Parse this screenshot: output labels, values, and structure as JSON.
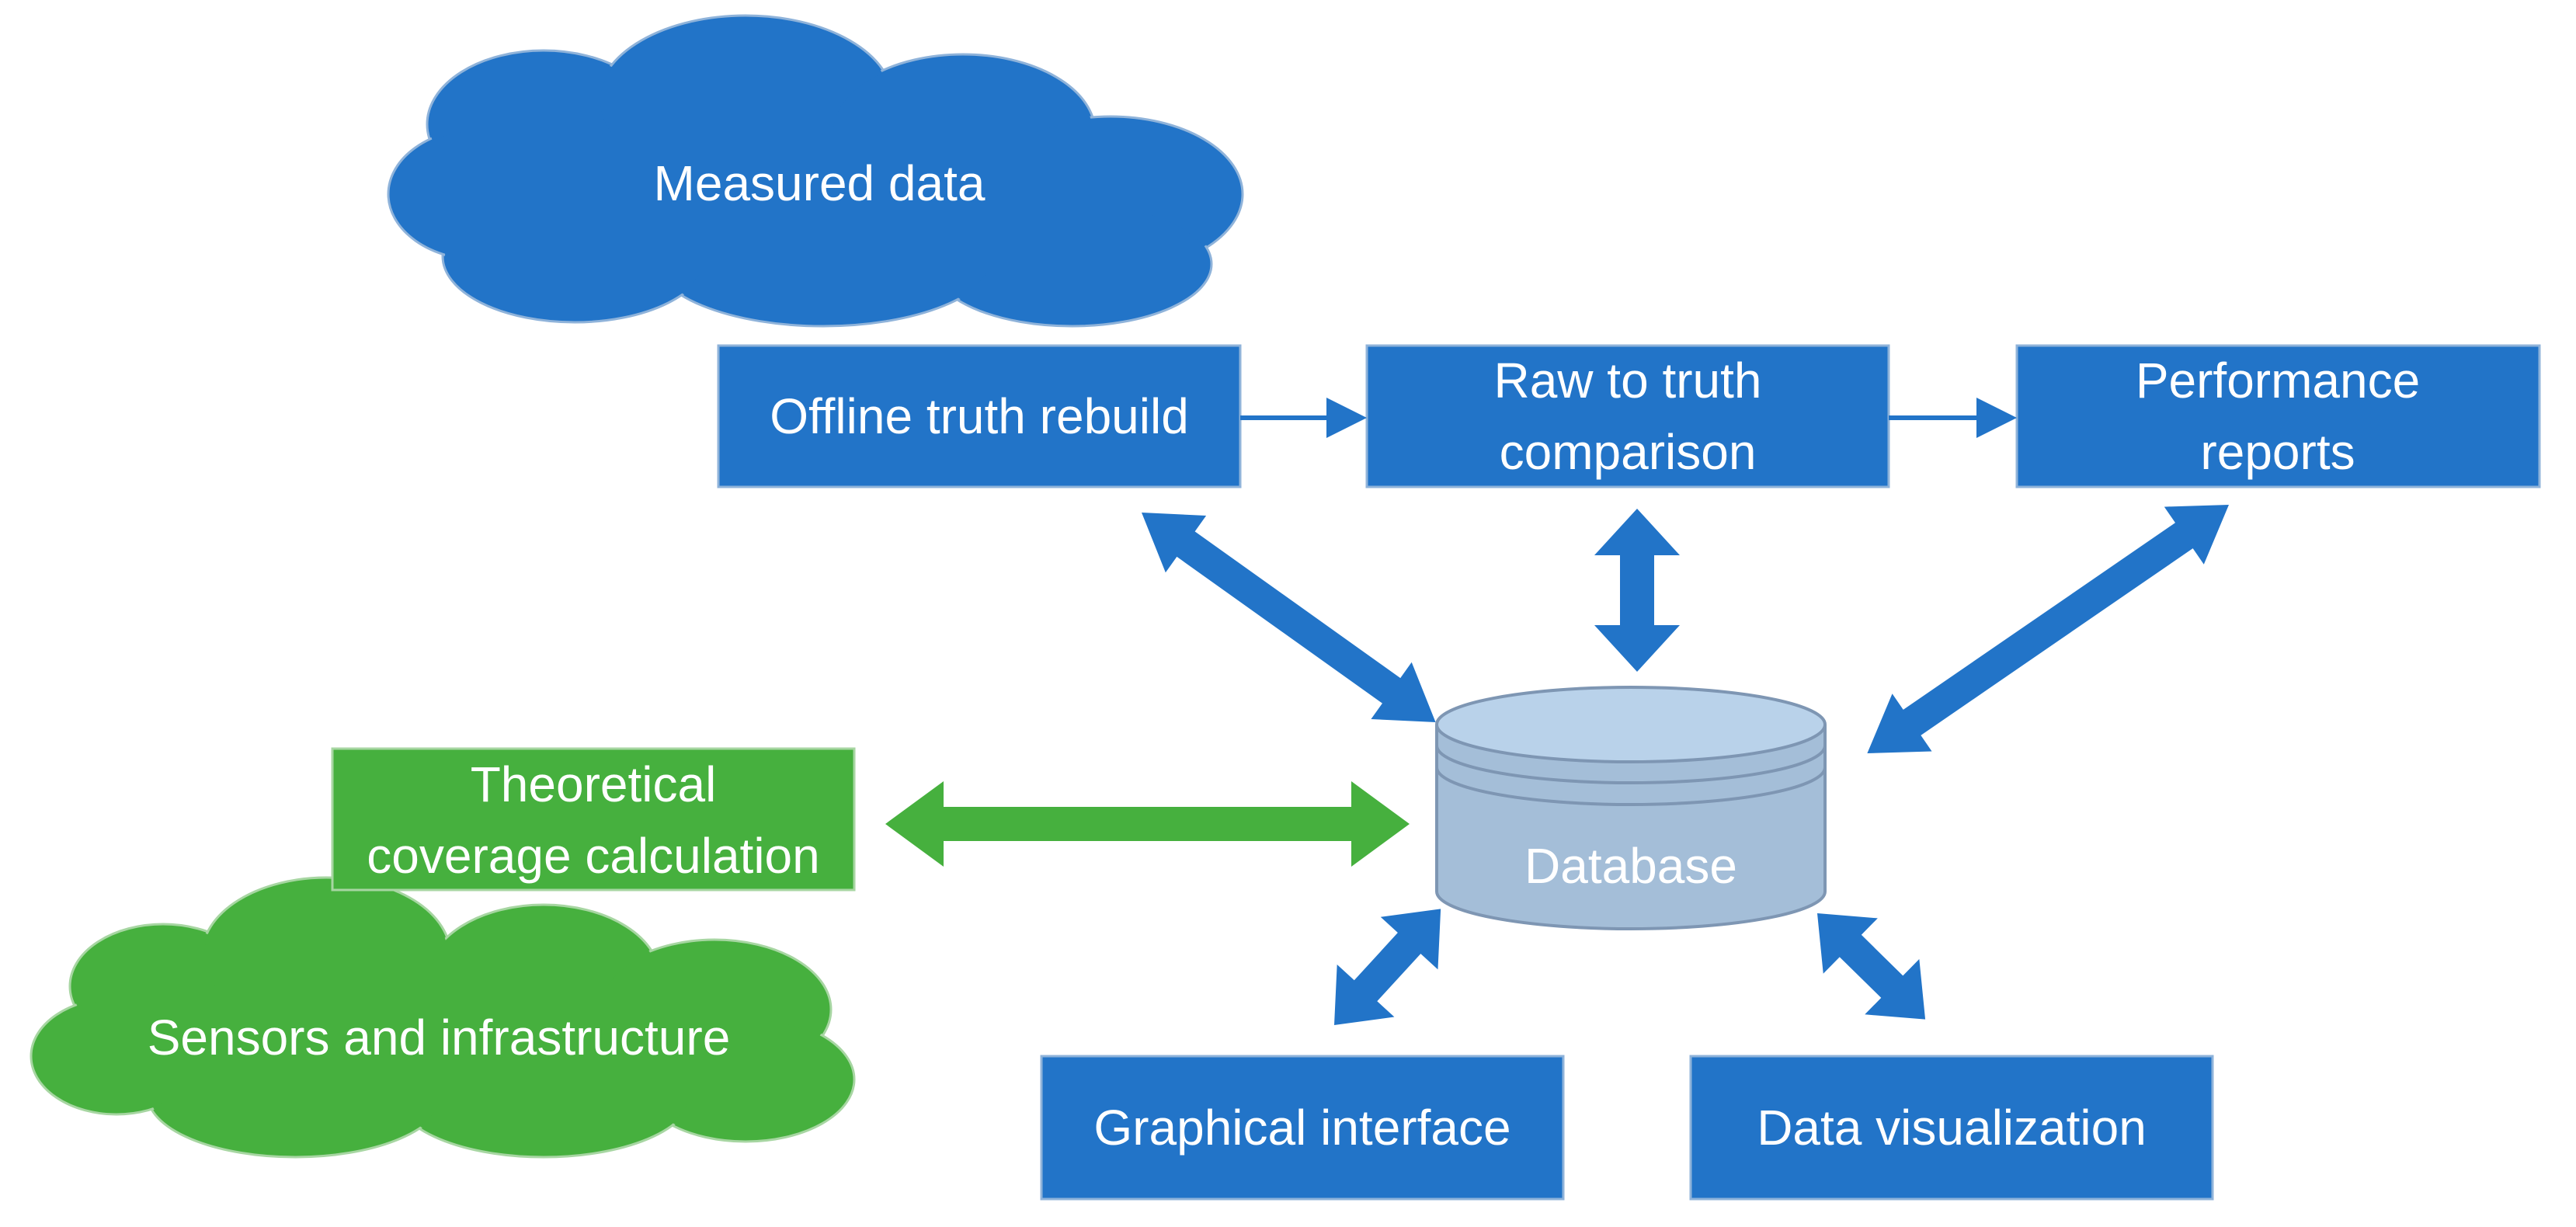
{
  "colors": {
    "blue": "#2274C8",
    "blue_border": "#8FB3DA",
    "green": "#46B03E",
    "green_border": "#A7D6A2",
    "db_fill": "#A4BED8",
    "db_top": "#B9D2EA",
    "db_stroke": "#7E96B3",
    "text": "#FFFFFF"
  },
  "clouds": {
    "measured": {
      "label": "Measured data"
    },
    "sensors": {
      "label": "Sensors and infrastructure"
    }
  },
  "boxes": {
    "offline": {
      "line1": "Offline truth rebuild"
    },
    "raw": {
      "line1": "Raw to truth",
      "line2": "comparison"
    },
    "performance": {
      "line1": "Performance",
      "line2": "reports"
    },
    "theoretical": {
      "line1": "Theoretical",
      "line2": "coverage calculation"
    },
    "graphical": {
      "line1": "Graphical interface"
    },
    "dataviz": {
      "line1": "Data visualization"
    }
  },
  "database": {
    "label": "Database"
  },
  "connections": [
    {
      "from": "offline",
      "to": "raw",
      "kind": "single-arrow"
    },
    {
      "from": "raw",
      "to": "performance",
      "kind": "single-arrow"
    },
    {
      "from": "offline",
      "to": "database",
      "kind": "double-arrow"
    },
    {
      "from": "raw",
      "to": "database",
      "kind": "double-arrow"
    },
    {
      "from": "performance",
      "to": "database",
      "kind": "double-arrow"
    },
    {
      "from": "theoretical",
      "to": "database",
      "kind": "double-arrow"
    },
    {
      "from": "graphical",
      "to": "database",
      "kind": "double-arrow"
    },
    {
      "from": "dataviz",
      "to": "database",
      "kind": "double-arrow"
    }
  ]
}
